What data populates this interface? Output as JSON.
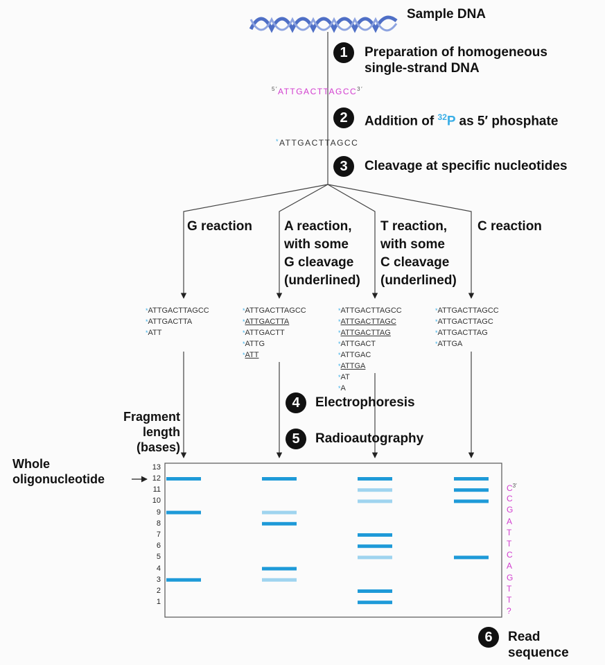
{
  "sample_dna_label": "Sample DNA",
  "steps": [
    {
      "num": "1",
      "text_line1": "Preparation of homogeneous",
      "text_line2": "single-strand DNA"
    },
    {
      "num": "2",
      "text_pre": "Addition of ",
      "sup": "32",
      "p": "P",
      "text_post": " as 5′ phosphate"
    },
    {
      "num": "3",
      "text": "Cleavage at specific nucleotides"
    },
    {
      "num": "4",
      "text": "Electrophoresis"
    },
    {
      "num": "5",
      "text": "Radioautography"
    },
    {
      "num": "6",
      "text_line1": "Read",
      "text_line2": "sequence"
    }
  ],
  "strand": {
    "five": "5′",
    "seq": "ATTGACTTAGCC",
    "three": "3′"
  },
  "labeled_strand": {
    "star": "*",
    "seq": "ATTGACTTAGCC"
  },
  "reactions": [
    {
      "lines": [
        "G reaction"
      ]
    },
    {
      "lines": [
        "A reaction,",
        "with some",
        "G cleavage",
        "(underlined)"
      ]
    },
    {
      "lines": [
        "T reaction,",
        "with some",
        "C cleavage",
        "(underlined)"
      ]
    },
    {
      "lines": [
        "C reaction"
      ]
    }
  ],
  "fragments": [
    [
      {
        "t": "ATTGACTTAGCC",
        "u": false
      },
      {
        "t": "ATTGACTTA",
        "u": false
      },
      {
        "t": "ATT",
        "u": false
      }
    ],
    [
      {
        "t": "ATTGACTTAGCC",
        "u": false
      },
      {
        "t": "ATTGACTTA",
        "u": true
      },
      {
        "t": "ATTGACTT",
        "u": false
      },
      {
        "t": "ATTG",
        "u": false
      },
      {
        "t": "ATT",
        "u": true
      }
    ],
    [
      {
        "t": "ATTGACTTAGCC",
        "u": false
      },
      {
        "t": "ATTGACTTAGC",
        "u": true
      },
      {
        "t": "ATTGACTTAG",
        "u": true
      },
      {
        "t": "ATTGACT",
        "u": false
      },
      {
        "t": "ATTGAC",
        "u": false
      },
      {
        "t": "ATTGA",
        "u": true
      },
      {
        "t": "AT",
        "u": false
      },
      {
        "t": "A",
        "u": false
      }
    ],
    [
      {
        "t": "ATTGACTTAGCC",
        "u": false
      },
      {
        "t": "ATTGACTTAGC",
        "u": false
      },
      {
        "t": "ATTGACTTAG",
        "u": false
      },
      {
        "t": "ATTGA",
        "u": false
      }
    ]
  ],
  "fragment_length_label": [
    "Fragment",
    "length",
    "(bases)"
  ],
  "whole_oligo_label": [
    "Whole",
    "oligonucleotide"
  ],
  "gel_ticks": [
    "13",
    "12",
    "11",
    "10",
    "9",
    "8",
    "7",
    "6",
    "5",
    "4",
    "3",
    "2",
    "1"
  ],
  "gel_bands": [
    [
      {
        "len": 12,
        "shade": "dark"
      },
      {
        "len": 9,
        "shade": "dark"
      },
      {
        "len": 3,
        "shade": "dark"
      }
    ],
    [
      {
        "len": 12,
        "shade": "dark"
      },
      {
        "len": 9,
        "shade": "light"
      },
      {
        "len": 8,
        "shade": "dark"
      },
      {
        "len": 4,
        "shade": "dark"
      },
      {
        "len": 3,
        "shade": "light"
      }
    ],
    [
      {
        "len": 12,
        "shade": "dark"
      },
      {
        "len": 11,
        "shade": "light"
      },
      {
        "len": 10,
        "shade": "light"
      },
      {
        "len": 7,
        "shade": "dark"
      },
      {
        "len": 6,
        "shade": "dark"
      },
      {
        "len": 5,
        "shade": "light"
      },
      {
        "len": 2,
        "shade": "dark"
      },
      {
        "len": 1,
        "shade": "dark"
      }
    ],
    [
      {
        "len": 12,
        "shade": "dark"
      },
      {
        "len": 11,
        "shade": "dark"
      },
      {
        "len": 10,
        "shade": "dark"
      },
      {
        "len": 5,
        "shade": "dark"
      }
    ]
  ],
  "read_sequence": [
    "C",
    "C",
    "G",
    "A",
    "T",
    "T",
    "C",
    "A",
    "G",
    "T",
    "T",
    "?"
  ],
  "read_three_prime": "3′",
  "colors": {
    "band_dark": "#1e9ad8",
    "band_light": "#9fd4ef",
    "magenta": "#d23ccf",
    "cyan": "#3aaee6",
    "helix": "#4f6fc6"
  }
}
